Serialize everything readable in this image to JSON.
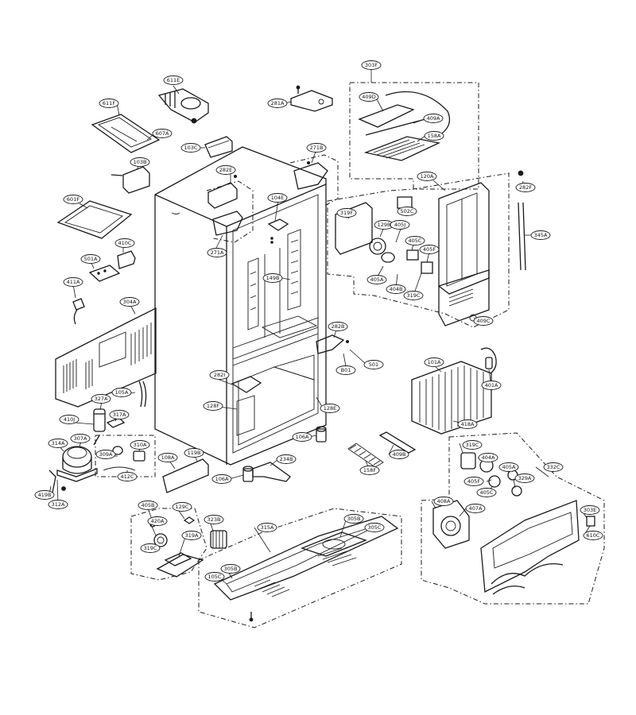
{
  "diagram": {
    "part_labels": [
      "303F",
      "611E",
      "611F",
      "607A",
      "103C",
      "103B",
      "281A",
      "409D",
      "409A",
      "158A",
      "271B",
      "282E",
      "104E",
      "271A",
      "120A",
      "282F",
      "319F",
      "502C",
      "129B",
      "405J",
      "405C",
      "405F",
      "345A",
      "601F",
      "410C",
      "501A",
      "411A",
      "304A",
      "149B",
      "405A",
      "404B",
      "319C",
      "409C",
      "282B",
      "501",
      "B01",
      "101A",
      "401A",
      "282I",
      "105A",
      "327A",
      "317A",
      "410J",
      "307A",
      "128F",
      "128E",
      "418A",
      "314A",
      "310A",
      "309A",
      "108A",
      "412C",
      "106A",
      "119B",
      "234B",
      "409B",
      "158F",
      "106A",
      "419B",
      "312A",
      "319C",
      "404A",
      "332C",
      "405F",
      "405A",
      "329A",
      "405C",
      "408A",
      "407A",
      "303E",
      "610C",
      "405B",
      "129C",
      "420A",
      "323B",
      "319A",
      "315A",
      "305B",
      "305C",
      "319C",
      "305B",
      "105C"
    ]
  }
}
